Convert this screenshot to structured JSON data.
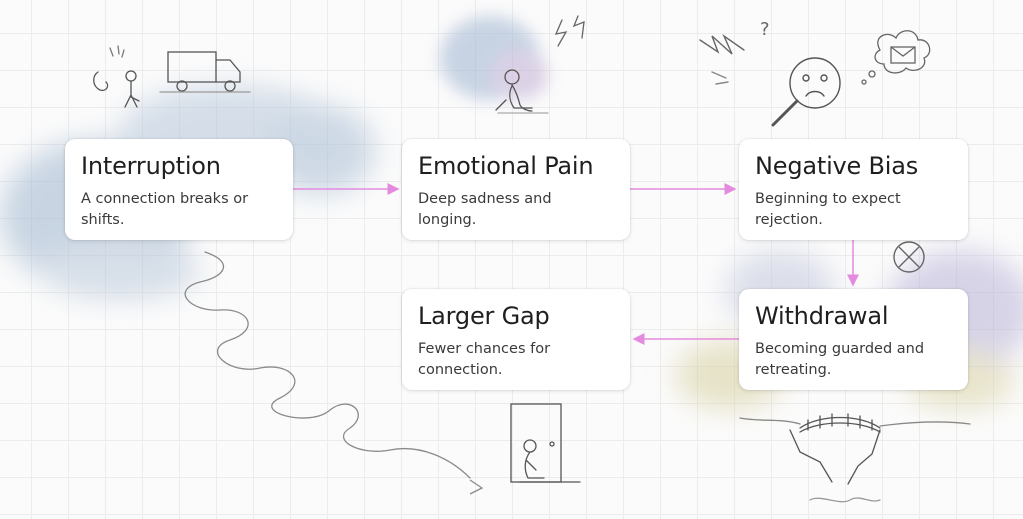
{
  "diagram": {
    "accent_color": "#e48be0",
    "cards": [
      {
        "id": "interruption",
        "title": "Interruption",
        "description": "A connection breaks or shifts."
      },
      {
        "id": "emotional-pain",
        "title": "Emotional Pain",
        "description": "Deep sadness and longing."
      },
      {
        "id": "negative-bias",
        "title": "Negative Bias",
        "description": "Beginning to expect rejection."
      },
      {
        "id": "withdrawal",
        "title": "Withdrawal",
        "description": "Becoming guarded and retreating."
      },
      {
        "id": "larger-gap",
        "title": "Larger Gap",
        "description": "Fewer chances for connection."
      }
    ],
    "flow": [
      {
        "from": "interruption",
        "to": "emotional-pain"
      },
      {
        "from": "emotional-pain",
        "to": "negative-bias"
      },
      {
        "from": "negative-bias",
        "to": "withdrawal"
      },
      {
        "from": "withdrawal",
        "to": "larger-gap"
      }
    ],
    "illustrations": [
      "moving-truck-sketch",
      "sad-figure-sketch",
      "magnifier-sad-face-sketch",
      "envelope-thought-bubble-sketch",
      "closed-circle-x-icon",
      "door-figure-sketch",
      "broken-bridge-sketch",
      "squiggle-path-sketch",
      "watercolor-cloud"
    ]
  }
}
